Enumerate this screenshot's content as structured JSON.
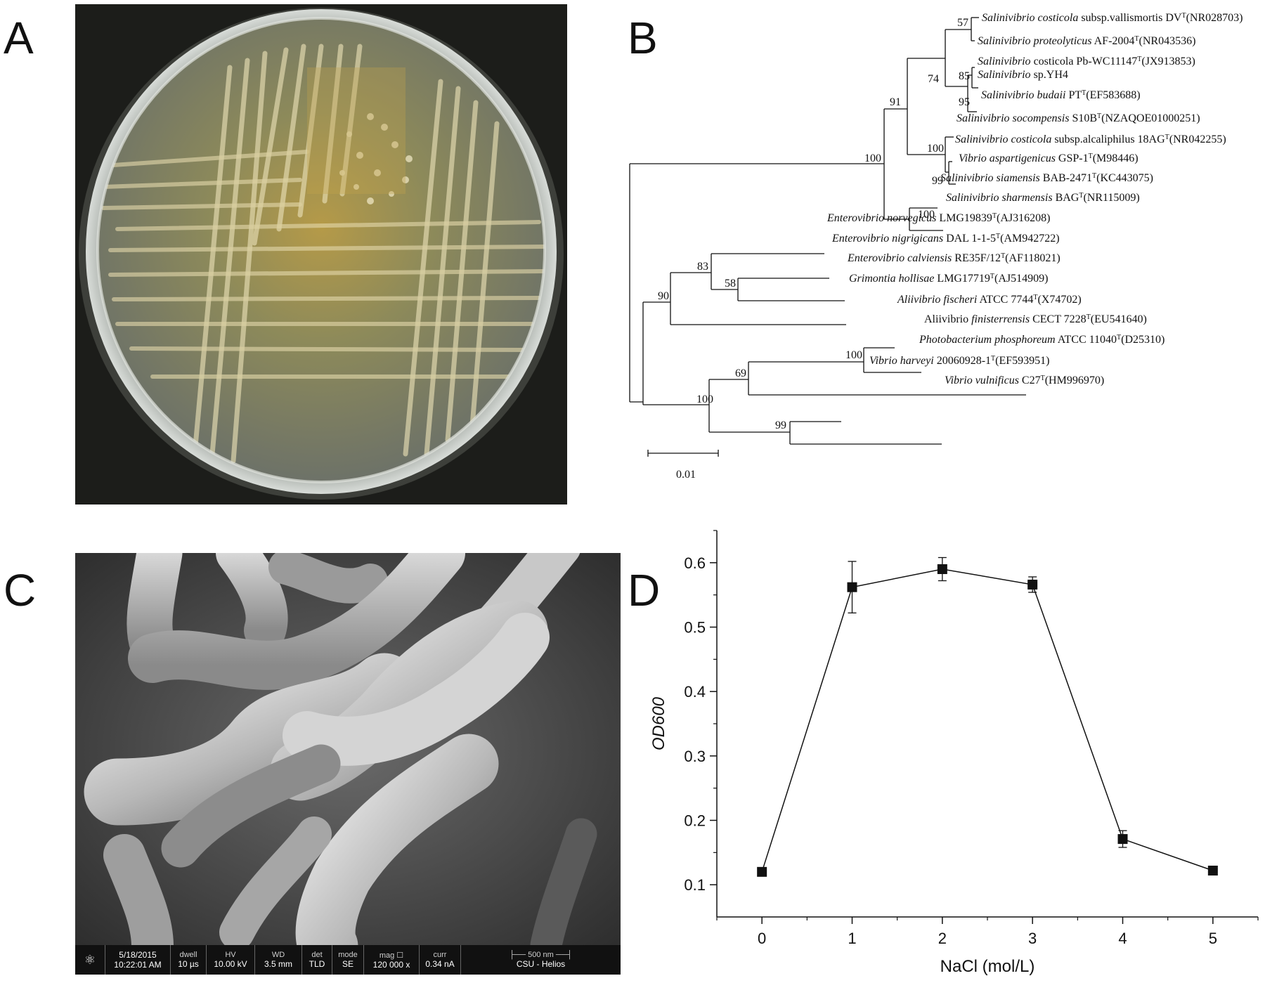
{
  "panels": {
    "a": {
      "letter": "A"
    },
    "b": {
      "letter": "B"
    },
    "c": {
      "letter": "C"
    },
    "d": {
      "letter": "D"
    }
  },
  "tree": {
    "scale_label": "0.01",
    "leaves": [
      {
        "italic": "Salinivibrio costicola",
        "rest": " subsp.vallismortis DV",
        "sup": "T",
        "tail": "(NR028703)"
      },
      {
        "italic": "Salinivibrio proteolyticus",
        "rest": " AF-2004",
        "sup": "T",
        "tail": "(NR043536)"
      },
      {
        "italic": "Salinivibrio",
        "rest": " costicola Pb-WC11147",
        "sup": "T",
        "tail": "(JX913853)"
      },
      {
        "italic": "Salinivibrio",
        "rest": " sp.YH4",
        "sup": "",
        "tail": ""
      },
      {
        "italic": "Salinivibrio budaii",
        "rest": " PT",
        "sup": "T",
        "tail": "(EF583688)"
      },
      {
        "italic": "Salinivibrio socompensis",
        "rest": " S10B",
        "sup": "T",
        "tail": "(NZAQOE01000251)"
      },
      {
        "italic": "Salinivibrio costicola",
        "rest": " subsp.alcaliphilus 18AG",
        "sup": "T",
        "tail": "(NR042255)"
      },
      {
        "italic": "Vibrio aspartigenicus",
        "rest": " GSP-1",
        "sup": "T",
        "tail": "(M98446)"
      },
      {
        "italic": "Salinivibrio siamensis",
        "rest": " BAB-2471",
        "sup": "T",
        "tail": "(KC443075)"
      },
      {
        "italic": "Salinivibrio sharmensis",
        "rest": " BAG",
        "sup": "T",
        "tail": "(NR115009)"
      },
      {
        "italic": "Enterovibrio norvegicus",
        "rest": " LMG19839",
        "sup": "T",
        "tail": "(AJ316208)"
      },
      {
        "italic": "Enterovibrio nigrigicans",
        "rest": " DAL 1-1-5",
        "sup": "T",
        "tail": "(AM942722)"
      },
      {
        "italic": "Enterovibrio calviensis",
        "rest": " RE35F/12",
        "sup": "T",
        "tail": "(AF118021)"
      },
      {
        "italic": "Grimontia hollisae",
        "rest": " LMG17719",
        "sup": "T",
        "tail": "(AJ514909)"
      },
      {
        "italic": "Aliivibrio fischeri",
        "rest": " ATCC 7744",
        "sup": "T",
        "tail": "(X74702)"
      },
      {
        "italic": "",
        "rest": "Aliivibrio ",
        "italic2": "finisterrensis",
        "rest2": " CECT 7228",
        "sup": "T",
        "tail": "(EU541640)"
      },
      {
        "italic": "Photobacterium phosphoreum",
        "rest": " ATCC 11040",
        "sup": "T",
        "tail": "(D25310)"
      },
      {
        "italic": "Vibrio harveyi",
        "rest": " 20060928-1",
        "sup": "T",
        "tail": "(EF593951)"
      },
      {
        "italic": "Vibrio vulnificus",
        "rest": " C27",
        "sup": "T",
        "tail": "(HM996970)"
      }
    ],
    "bootstraps": [
      "57",
      "74",
      "85",
      "95",
      "91",
      "100",
      "99",
      "100",
      "100",
      "83",
      "58",
      "90",
      "100",
      "69",
      "100",
      "99"
    ]
  },
  "sem": {
    "date_time": [
      "5/18/2015",
      "10:22:01 AM"
    ],
    "dwell": [
      "dwell",
      "10 µs"
    ],
    "hv": [
      "HV",
      "10.00 kV"
    ],
    "wd": [
      "WD",
      "3.5 mm"
    ],
    "det": [
      "det",
      "TLD"
    ],
    "mode": [
      "mode",
      "SE"
    ],
    "mag": [
      "mag ☐",
      "120 000 x"
    ],
    "curr": [
      "curr",
      "0.34 nA"
    ],
    "scale": [
      "500 nm",
      "CSU - Helios"
    ]
  },
  "chart_data": {
    "type": "line",
    "xlabel": "NaCl (mol/L)",
    "ylabel": "OD600",
    "x": [
      0,
      1,
      2,
      3,
      4,
      5
    ],
    "values": [
      0.12,
      0.562,
      0.59,
      0.566,
      0.171,
      0.122
    ],
    "errors": [
      0.006,
      0.04,
      0.018,
      0.012,
      0.013,
      0.004
    ],
    "xlim": [
      -0.5,
      5.5
    ],
    "ylim": [
      0.05,
      0.65
    ],
    "x_ticks": [
      "0",
      "1",
      "2",
      "3",
      "4",
      "5"
    ],
    "y_ticks": [
      "0.1",
      "0.2",
      "0.3",
      "0.4",
      "0.5",
      "0.6"
    ],
    "marker": "square",
    "grid": false
  }
}
